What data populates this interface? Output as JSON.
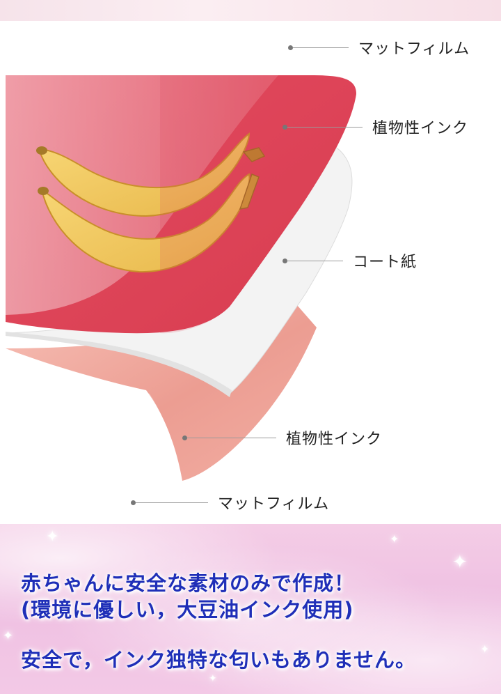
{
  "layers": {
    "top_film": "マットフィルム",
    "top_ink": "植物性インク",
    "paper": "コート紙",
    "bottom_ink": "植物性インク",
    "bottom_film": "マットフィルム"
  },
  "caption": {
    "line1": "赤ちゃんに安全な素材のみで作成！",
    "line2": "(環境に優しい，大豆油インク使用)",
    "line3": "安全で，インク独特な匂いもありません。"
  },
  "illustration": {
    "subject": "banana-icon"
  },
  "colors": {
    "red_layer": "#e0485a",
    "pink_layer": "#ef9c90",
    "paper": "#f4f4f4",
    "caption_text": "#1f2fb8"
  }
}
